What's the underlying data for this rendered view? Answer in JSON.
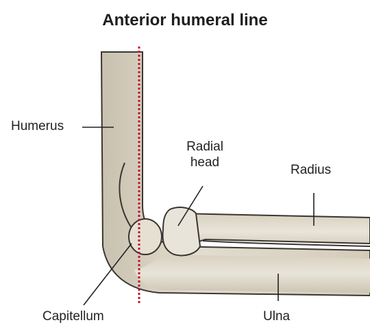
{
  "title": "Anterior humeral line",
  "labels": {
    "humerus": "Humerus",
    "radial_head_line1": "Radial",
    "radial_head_line2": "head",
    "radius": "Radius",
    "capitellum": "Capitellum",
    "ulna": "Ulna"
  },
  "colors": {
    "bone_fill": "#d9d2c2",
    "bone_highlight": "#ece7dc",
    "bone_outline": "#3a3530",
    "anterior_line": "#c0172f",
    "text": "#222222"
  }
}
